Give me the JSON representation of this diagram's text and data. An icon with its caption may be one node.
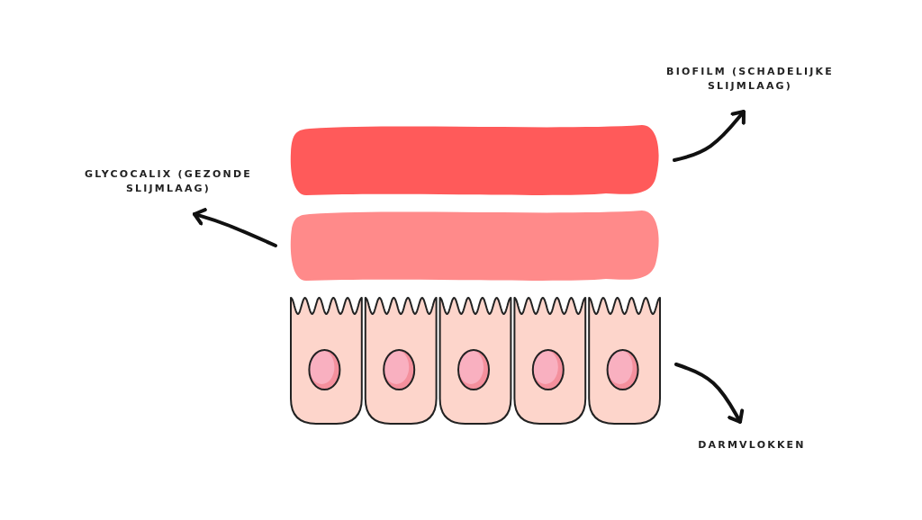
{
  "diagram": {
    "nodes": [
      {
        "text": [
          "BIOFILM (SCHADELIJKE SLIJMLAAG)"
        ]
      },
      {
        "text": [],
        "shape": "bar"
      },
      {
        "text": [
          "GLYCOCALIX (GEZONDE SLIJMLAAG)"
        ]
      },
      {
        "text": [],
        "shape": "bar"
      },
      {
        "text": [],
        "shape": "picture"
      },
      {
        "text": [
          "DARMVLOKKEN"
        ]
      }
    ],
    "edges": [
      {
        "from": 1,
        "to": 0,
        "arrow": "to"
      },
      {
        "from": 3,
        "to": 2,
        "arrow": "to"
      },
      {
        "from": 4,
        "to": 5,
        "arrow": "to"
      }
    ]
  }
}
